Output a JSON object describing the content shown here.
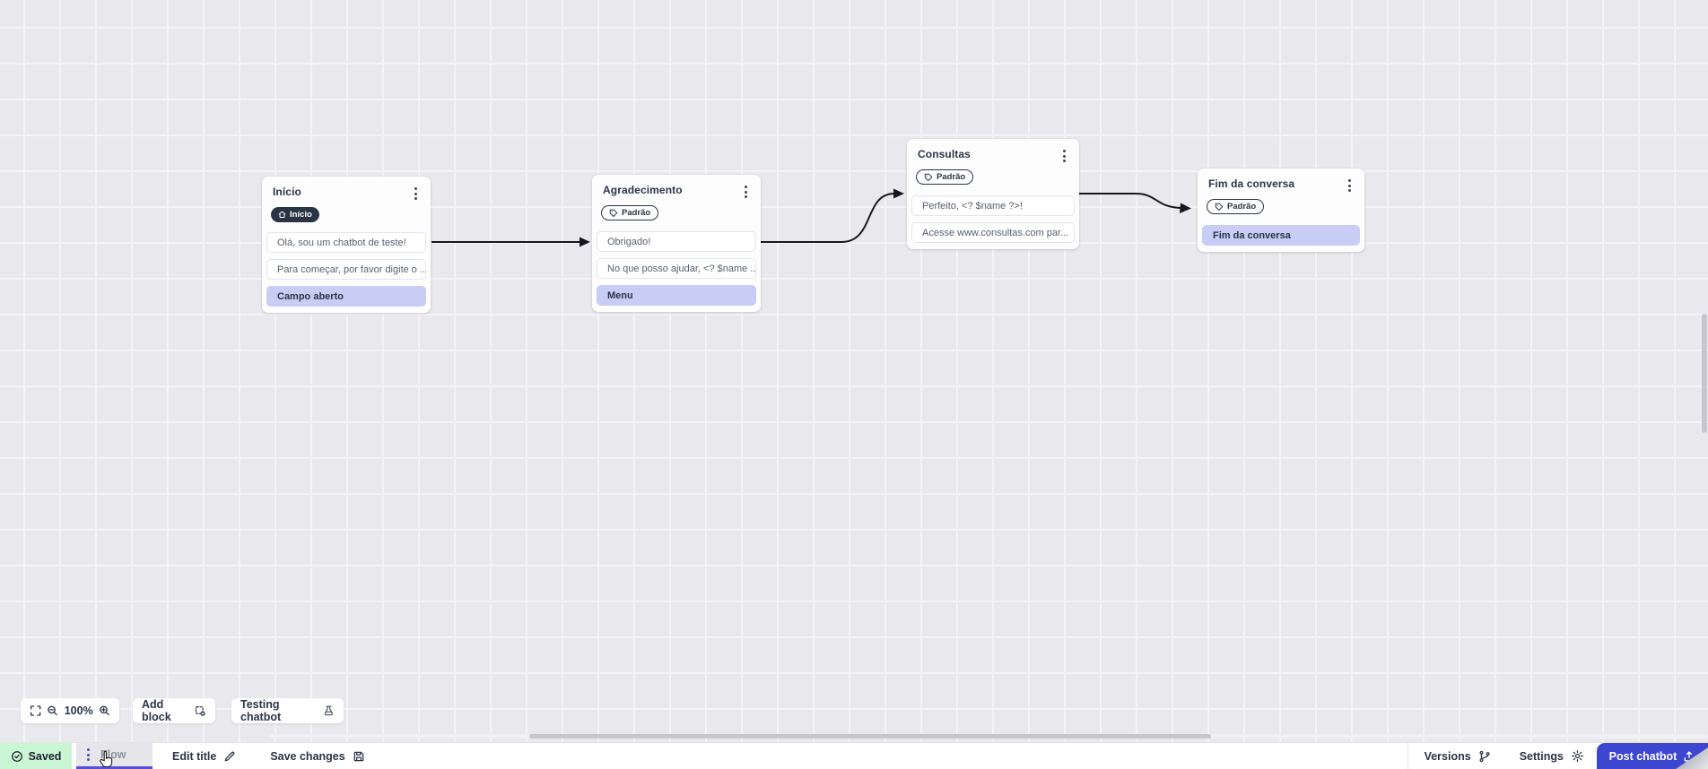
{
  "canvas": {
    "nodes": [
      {
        "title": "Início",
        "badge": {
          "label": "Início",
          "icon": "home-icon",
          "style": "dark"
        },
        "items": [
          {
            "text": "Olá, sou um chatbot de teste!",
            "variant": "white"
          },
          {
            "text": "Para começar, por favor digite o ...",
            "variant": "white"
          },
          {
            "text": "Campo aberto",
            "variant": "purple"
          }
        ]
      },
      {
        "title": "Agradecimento",
        "badge": {
          "label": "Padrão",
          "icon": "tag-icon",
          "style": "outline"
        },
        "items": [
          {
            "text": "Obrigado!",
            "variant": "white"
          },
          {
            "text": "No que posso ajudar, <? $name ...",
            "variant": "white"
          },
          {
            "text": "Menu",
            "variant": "purple"
          }
        ]
      },
      {
        "title": "Consultas",
        "badge": {
          "label": "Padrão",
          "icon": "tag-icon",
          "style": "outline"
        },
        "items": [
          {
            "text": "Perfeito, <? $name ?>!",
            "variant": "white"
          },
          {
            "text": "Acesse www.consultas.com par...",
            "variant": "white"
          }
        ]
      },
      {
        "title": "Fim da conversa",
        "badge": {
          "label": "Padrão",
          "icon": "tag-icon",
          "style": "outline"
        },
        "items": [
          {
            "text": "Fim da conversa",
            "variant": "purple"
          }
        ]
      }
    ]
  },
  "toolbar": {
    "zoom_level": "100%",
    "add_block_label": "Add block",
    "testing_label": "Testing chatbot"
  },
  "statusbar": {
    "saved_label": "Saved",
    "flow_tab_label": "Flow",
    "edit_title_label": "Edit title",
    "save_changes_label": "Save changes",
    "versions_label": "Versions",
    "settings_label": "Settings",
    "post_label": "Post chatbot"
  },
  "colors": {
    "accent_blue": "#3d46d1",
    "tab_underline": "#5750d4",
    "saved_green_bg": "#cbf6d6",
    "purple_item_bg": "#c7cdf4",
    "dark_badge_bg": "#2b3445",
    "edge_color": "#15181d",
    "canvas_bg": "#e9e9ed"
  }
}
